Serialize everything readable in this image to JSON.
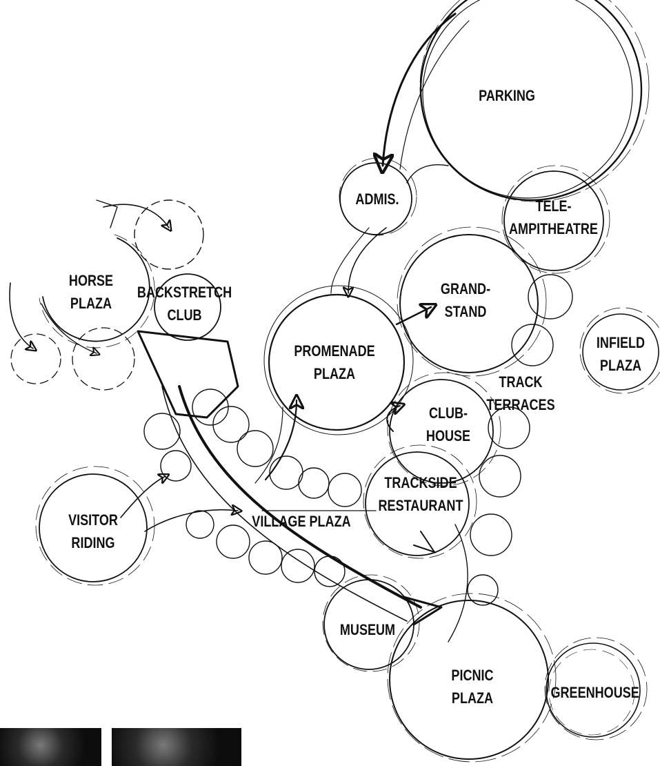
{
  "diagram": {
    "ink_color": "#111111",
    "nodes": {
      "parking": "PARKING",
      "admissions": "ADMIS.",
      "tele_ampitheatre": "TELE-\nAMPITHEATRE",
      "horse_plaza": "HORSE\nPLAZA",
      "backstretch_club": "BACKSTRETCH\nCLUB",
      "grandstand": "GRAND-\nSTAND",
      "promenade_plaza": "PROMENADE\nPLAZA",
      "infield_plaza": "INFIELD\nPLAZA",
      "track_terraces": "TRACK\nTERRACES",
      "clubhouse": "CLUB-\nHOUSE",
      "trackside_restaurant": "TRACKSIDE\nRESTAURANT",
      "visitor_riding": "VISITOR\nRIDING",
      "village_plaza": "VILLAGE PLAZA",
      "museum": "MUSEUM",
      "picnic_plaza": "PICNIC\nPLAZA",
      "greenhouse": "GREENHOUSE"
    }
  }
}
